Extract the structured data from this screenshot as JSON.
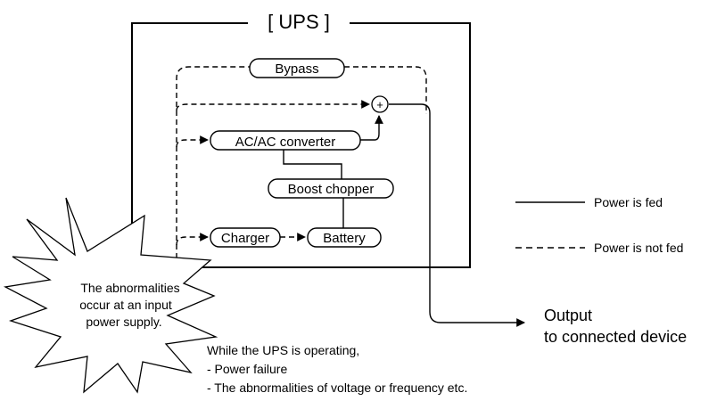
{
  "title": "[ UPS ]",
  "blocks": {
    "bypass": "Bypass",
    "sum_symbol": "+",
    "acac": "AC/AC converter",
    "boost": "Boost chopper",
    "charger": "Charger",
    "battery": "Battery"
  },
  "legend": {
    "solid": "Power is fed",
    "dashed": "Power is not fed"
  },
  "output": {
    "line1": "Output",
    "line2": "to connected device"
  },
  "burst": {
    "line1": "The abnormalities",
    "line2": "occur at an input",
    "line3": "power supply."
  },
  "notes": {
    "intro": "While the UPS is operating,",
    "item1": "- Power failure",
    "item2": "- The abnormalities of voltage or frequency etc."
  },
  "colors": {
    "line": "#000000",
    "background": "#ffffff"
  }
}
